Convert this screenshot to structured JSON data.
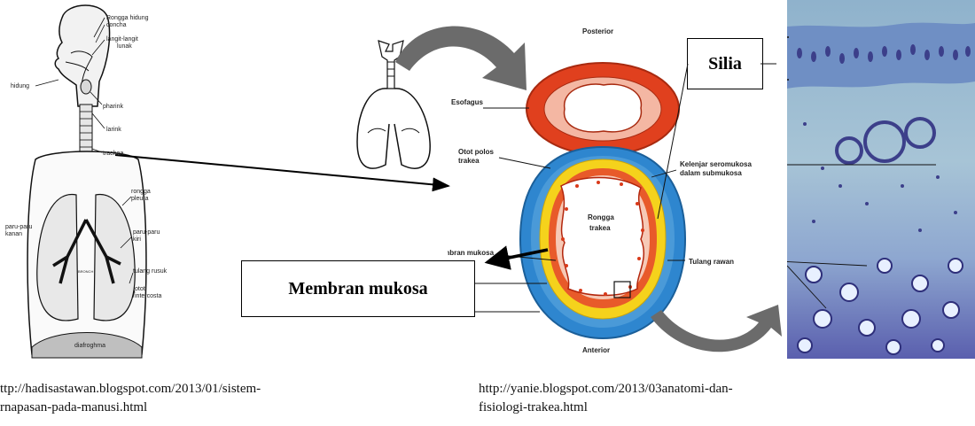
{
  "left_figure": {
    "labels": {
      "rongga_hidung": "Rongga hidung",
      "concha": "concha",
      "langit_langit": "langit-langit",
      "lunak": "lunak",
      "hidung": "hidung",
      "pharink": "pharink",
      "larink": "larink",
      "trachea": "trachea",
      "rongga": "rongga",
      "pleura": "pleura",
      "paru_kanan_1": "paru-paru",
      "paru_kanan_2": "kanan",
      "paru_kiri_1": "paru-paru",
      "paru_kiri_2": "kiri",
      "tulang_rusuk": "tulang rusuk",
      "otot": "otot",
      "intercosta": "intercosta",
      "bronch": "BRONCH",
      "diafragma": "diafroghma"
    }
  },
  "center_figure": {
    "labels": {
      "posterior": "Posterior",
      "esofagus": "Esofagus",
      "otot_polos_1": "Otot polos",
      "otot_polos_2": "trakea",
      "rongga_1": "Rongga",
      "rongga_2": "trakea",
      "membran": "Membran mukosa",
      "kelenjar_1": "Kelenjar seromukosa",
      "kelenjar_2": "dalam submukosa",
      "tulang_rawan": "Tulang rawan",
      "anterior": "Anterior"
    }
  },
  "callouts": {
    "silia": "Silia",
    "membran_mukosa": "Membran mukosa"
  },
  "captions": {
    "left_line1": "ttp://hadisastawan.blogspot.com/2013/01/sistem-",
    "left_line2": "rnapasan-pada-manusi.html",
    "right_line1": "http://yanie.blogspot.com/2013/03anatomi-dan-",
    "right_line2": "fisiologi-trakea.html"
  },
  "colors": {
    "outer_ring": "#2e86cf",
    "cartilage": "#f5d21c",
    "muscle": "#d93a1a",
    "esophagus_outer": "#e0401e",
    "esophagus_inner": "#f4b7a3",
    "histology_bg": "#a7c4d6",
    "histology_dark": "#3c3f8a"
  }
}
